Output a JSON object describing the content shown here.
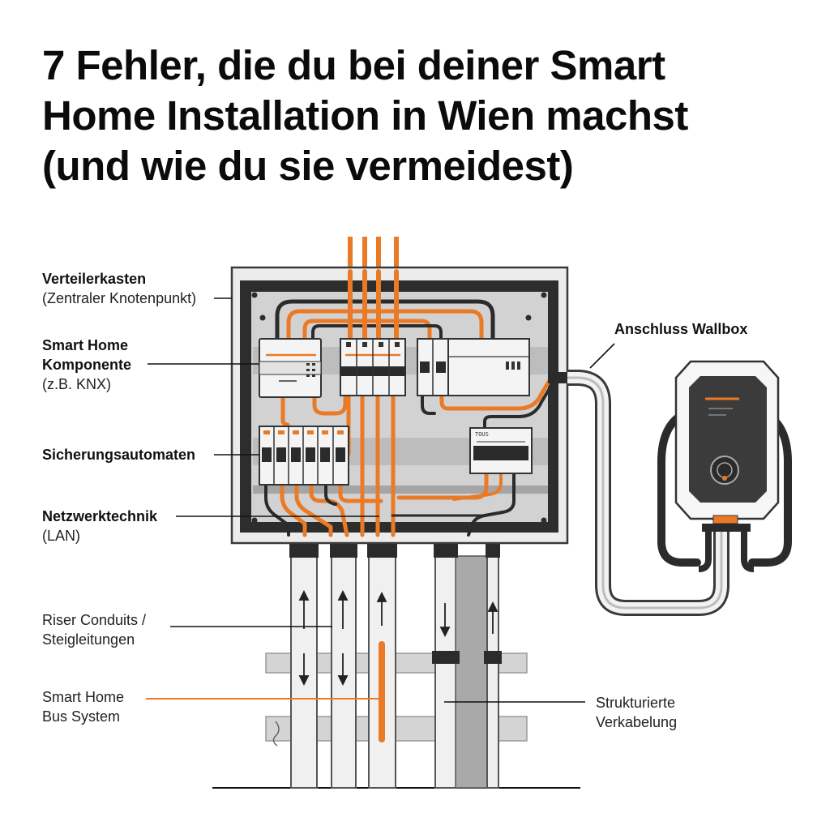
{
  "title_lines": [
    "7 Fehler, die du bei deiner Smart",
    "Home Installation in Wien machst",
    "(und wie du sie vermeidest)"
  ],
  "labels": {
    "verteilerkasten": {
      "line1": "Verteilerkasten",
      "line2": "(Zentraler Knotenpunkt)"
    },
    "smart_home_komponente": {
      "line1": "Smart Home",
      "line2": "Komponente",
      "line3": "(z.B. KNX)"
    },
    "sicherungsautomaten": {
      "line1": "Sicherungsautomaten"
    },
    "netzwerktechnik": {
      "line1": "Netzwerktechnik",
      "line2": "(LAN)"
    },
    "riser_conduits": {
      "line1": "Riser Conduits /",
      "line2": "Steigleitungen"
    },
    "smart_home_bus": {
      "line1": "Smart Home",
      "line2": "Bus System"
    },
    "anschluss_wallbox": {
      "line1": "Anschluss Wallbox"
    },
    "strukturierte_verkabelung": {
      "line1": "Strukturierte",
      "line2": "Verkabelung"
    }
  },
  "meter_text": "TOUS",
  "colors": {
    "orange": "#ea7a25",
    "dark": "#2a2a2a",
    "panel": "#ececec",
    "backplate": "#cfcfcf",
    "pipe": "#e9e9e9"
  }
}
